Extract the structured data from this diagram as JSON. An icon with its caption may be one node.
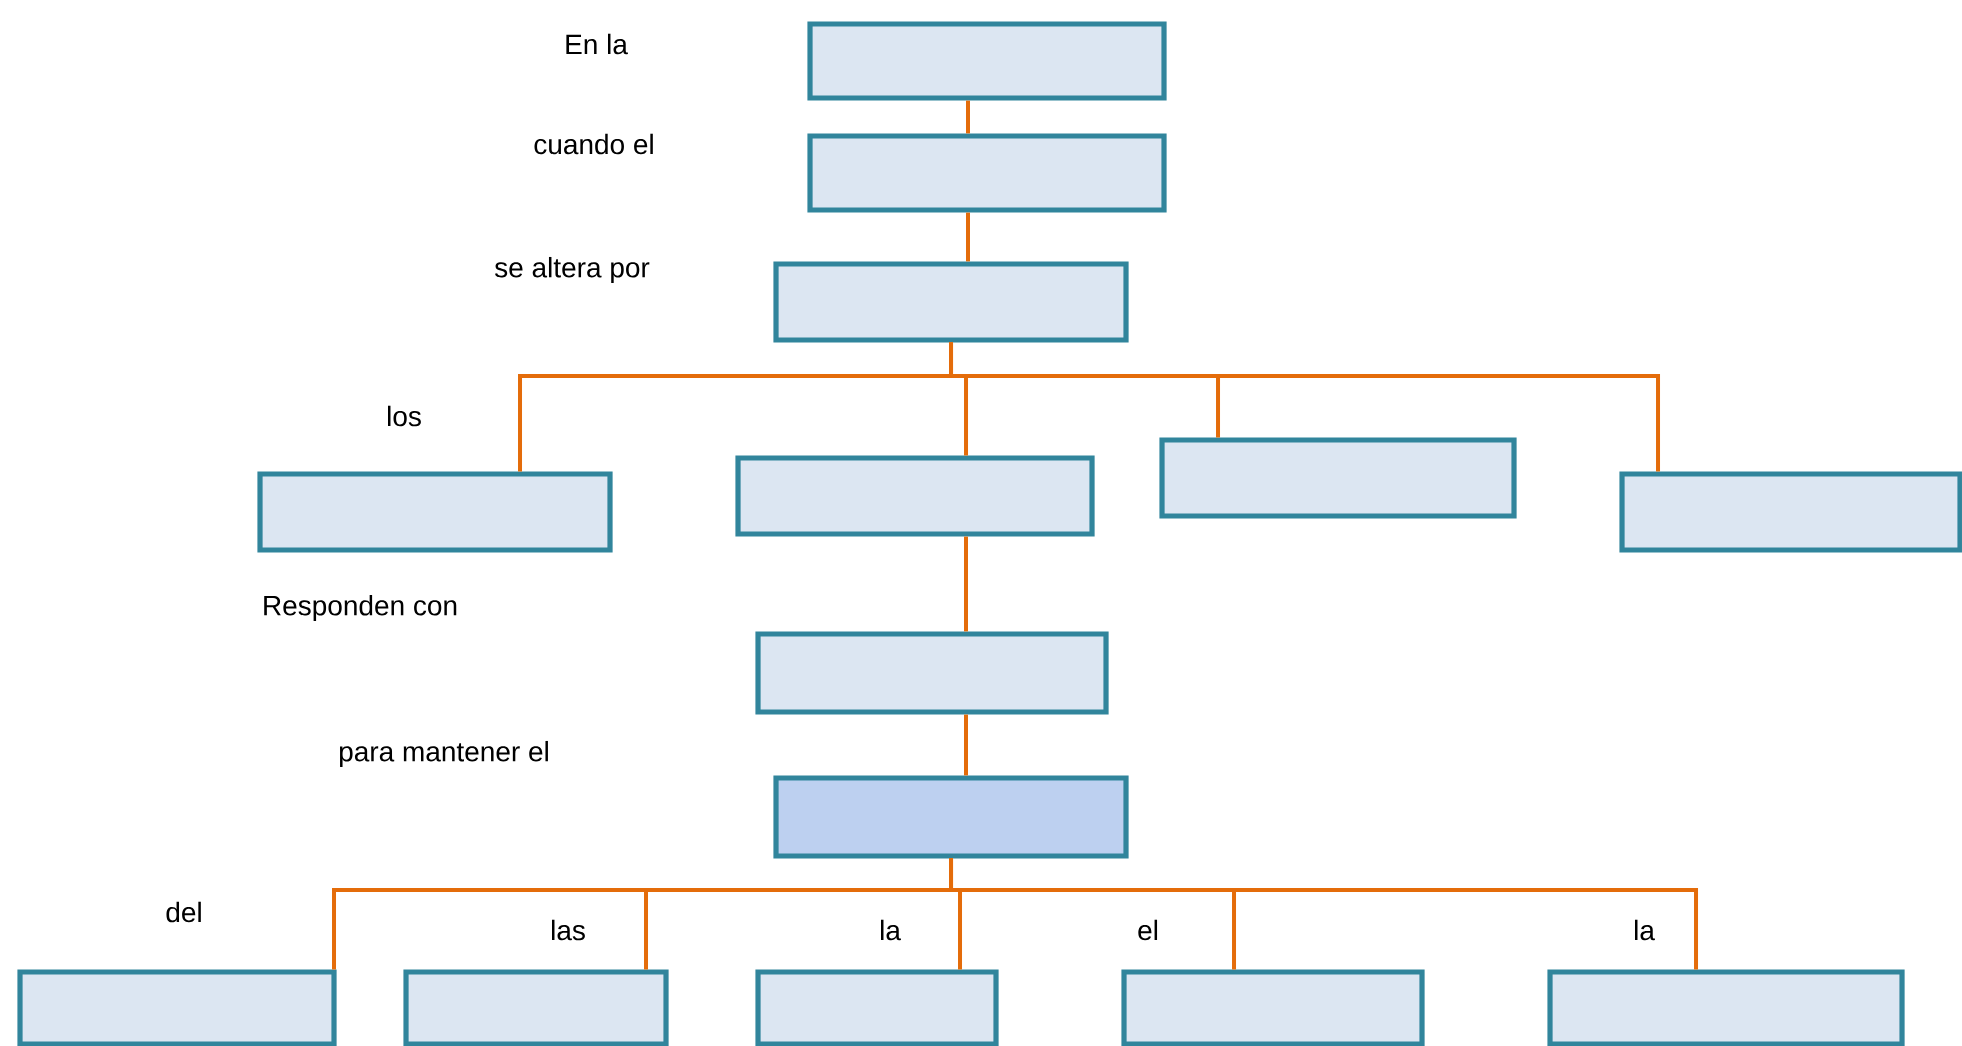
{
  "diagram": {
    "nodes": [
      {
        "text": [],
        "shape": "box"
      },
      {
        "text": [],
        "shape": "box"
      },
      {
        "text": [],
        "shape": "box"
      },
      {
        "text": [],
        "shape": "box"
      },
      {
        "text": [],
        "shape": "box"
      },
      {
        "text": [],
        "shape": "box"
      },
      {
        "text": [],
        "shape": "box"
      },
      {
        "text": [],
        "shape": "box"
      },
      {
        "text": [],
        "shape": "box"
      },
      {
        "text": [],
        "shape": "box"
      },
      {
        "text": [],
        "shape": "box"
      },
      {
        "text": [],
        "shape": "box"
      },
      {
        "text": [],
        "shape": "box"
      },
      {
        "text": [],
        "shape": "box"
      }
    ],
    "edges": [
      {
        "from": 0,
        "to": 1,
        "arrow": "none"
      },
      {
        "from": 1,
        "to": 2,
        "arrow": "none"
      },
      {
        "from": 2,
        "to": 3,
        "arrow": "none"
      },
      {
        "from": 2,
        "to": 4,
        "arrow": "none"
      },
      {
        "from": 2,
        "to": 5,
        "arrow": "none"
      },
      {
        "from": 2,
        "to": 6,
        "arrow": "none"
      },
      {
        "from": 4,
        "to": 7,
        "arrow": "none"
      },
      {
        "from": 7,
        "to": 8,
        "arrow": "none"
      },
      {
        "from": 8,
        "to": 9,
        "arrow": "none"
      },
      {
        "from": 8,
        "to": 10,
        "arrow": "none"
      },
      {
        "from": 8,
        "to": 11,
        "arrow": "none"
      },
      {
        "from": 8,
        "to": 12,
        "arrow": "none"
      },
      {
        "from": 8,
        "to": 13,
        "arrow": "none"
      }
    ],
    "labels": [
      "En  la",
      "cuando el",
      "se altera por",
      "los",
      "Responden  con",
      "para mantener el",
      "del",
      "las",
      "la",
      "el",
      "la"
    ]
  }
}
